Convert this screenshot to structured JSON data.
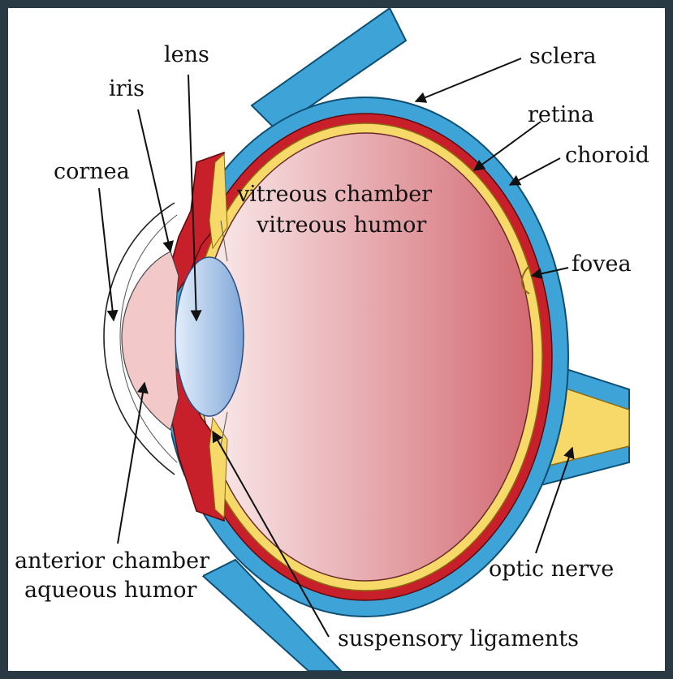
{
  "diagram": {
    "labels": {
      "lens": "lens",
      "iris": "iris",
      "cornea": "cornea",
      "sclera": "sclera",
      "retina": "retina",
      "choroid": "choroid",
      "fovea": "fovea",
      "vitreous_line1": "vitreous chamber",
      "vitreous_line2": "vitreous humor",
      "anterior_line1": "anterior chamber",
      "anterior_line2": "aqueous humor",
      "optic_nerve": "optic nerve",
      "suspensory": "suspensory ligaments"
    },
    "colors": {
      "sclera": "#3ea4d8",
      "choroid": "#c8202a",
      "retina": "#f7d96a",
      "vitreous_light": "#f9e6e6",
      "vitreous_dark": "#d9747c",
      "lens": "#aac8ea",
      "background": "#ffffff",
      "frame": "#2a3a44"
    }
  }
}
